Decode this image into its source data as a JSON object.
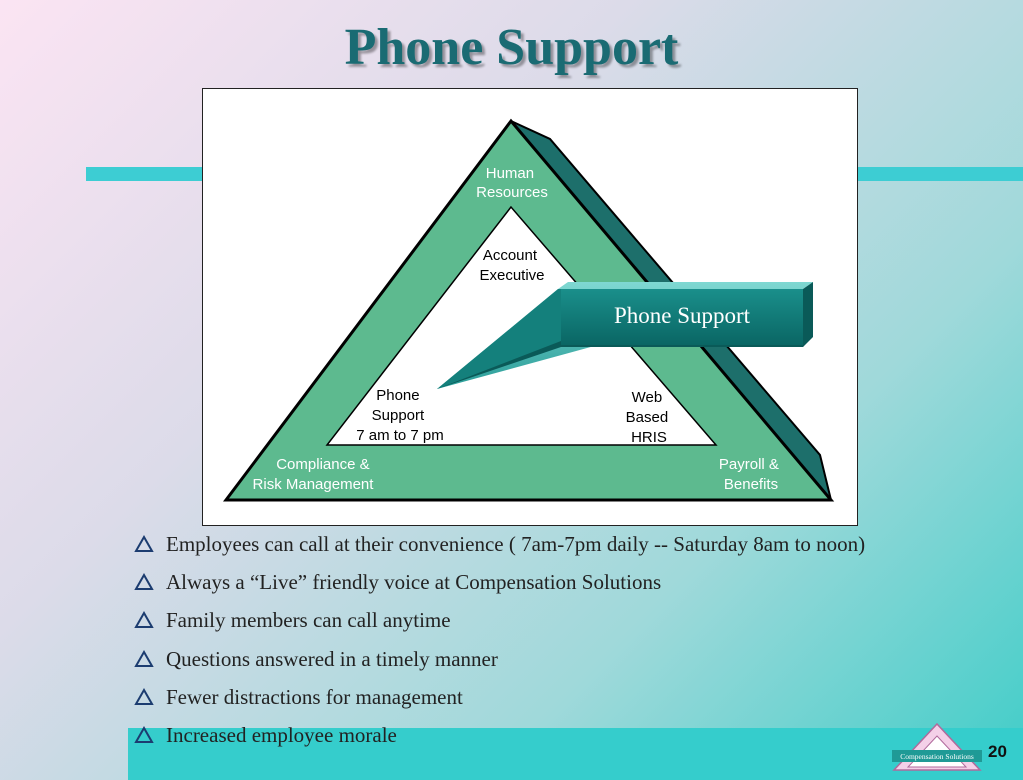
{
  "slide": {
    "title": "Phone Support",
    "page_number": "20"
  },
  "diagram": {
    "outer_labels": {
      "top": "Human\nResources",
      "bottom_left": "Compliance &\nRisk Management",
      "bottom_right": "Payroll &\nBenefits"
    },
    "inner_labels": {
      "top": "Account\nExecutive",
      "left": "Phone\nSupport\n7 am to 7 pm",
      "right": "Web\nBased\nHRIS"
    },
    "callout": "Phone Support",
    "colors": {
      "triangle_fill": "#5dba8f",
      "triangle_side": "#1d6f6b",
      "callout_face": "#0e7d7a"
    }
  },
  "bullets": [
    "Employees can call at their convenience ( 7am-7pm daily -- Saturday 8am to noon)",
    "Always a “Live” friendly voice at Compensation Solutions",
    "Family members can call anytime",
    "Questions answered in a timely manner",
    "Fewer distractions for management",
    "Increased employee morale"
  ],
  "logo": {
    "text": "Compensation Solutions",
    "icon": "triangle-logo-icon"
  }
}
